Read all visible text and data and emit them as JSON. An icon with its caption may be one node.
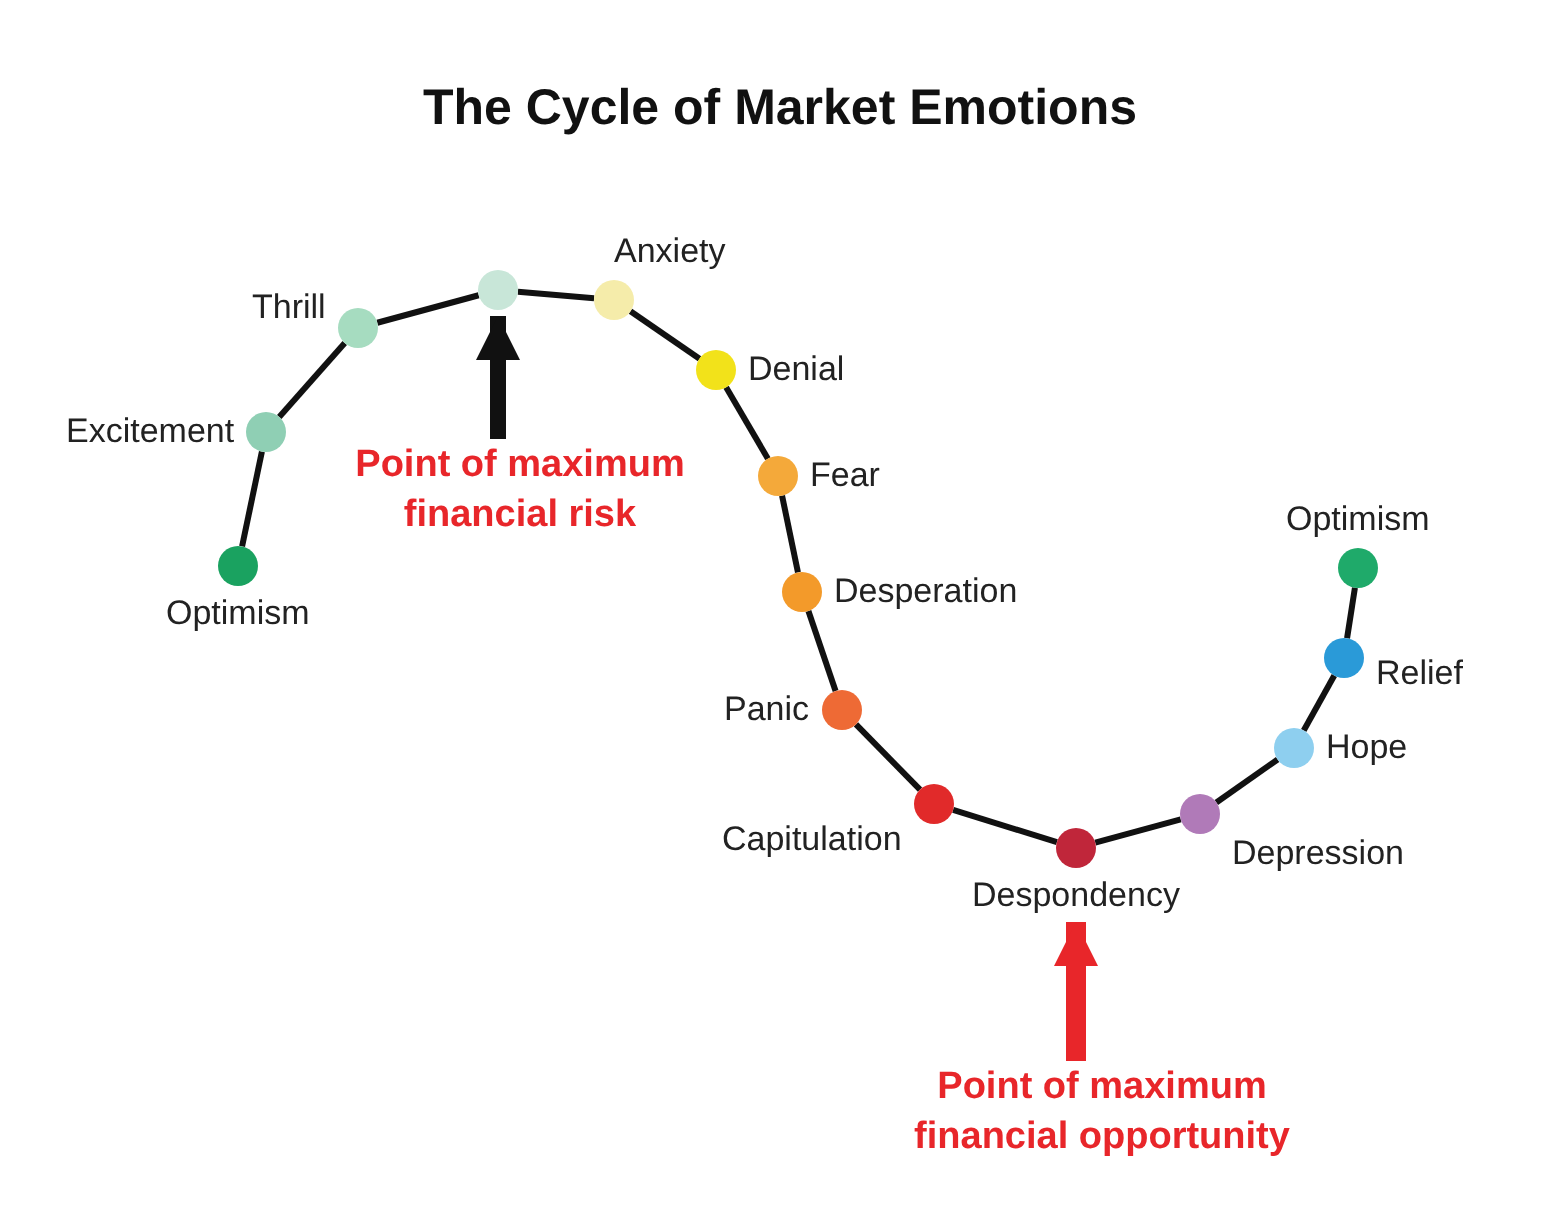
{
  "diagram": {
    "title": "The Cycle of Market Emotions",
    "nodes": [
      {
        "text": [
          "Optimism"
        ]
      },
      {
        "text": [
          "Excitement"
        ]
      },
      {
        "text": [
          "Thrill"
        ]
      },
      {
        "text": [],
        "shape": "circle"
      },
      {
        "text": [
          "Anxiety"
        ]
      },
      {
        "text": [
          "Denial"
        ]
      },
      {
        "text": [
          "Fear"
        ]
      },
      {
        "text": [
          "Desperation"
        ]
      },
      {
        "text": [
          "Panic"
        ]
      },
      {
        "text": [
          "Capitulation"
        ]
      },
      {
        "text": [
          "Despondency"
        ]
      },
      {
        "text": [
          "Depression"
        ]
      },
      {
        "text": [
          "Hope"
        ]
      },
      {
        "text": [
          "Relief"
        ]
      },
      {
        "text": [
          "Optimism"
        ]
      },
      {
        "text": [
          "Point of maximum financial risk"
        ]
      },
      {
        "text": [
          "Point of maximum financial opportunity"
        ]
      }
    ],
    "edges": [
      {
        "from": 0,
        "to": 1,
        "arrow": "none"
      },
      {
        "from": 1,
        "to": 2,
        "arrow": "none"
      },
      {
        "from": 2,
        "to": 3,
        "arrow": "none"
      },
      {
        "from": 3,
        "to": 4,
        "arrow": "none"
      },
      {
        "from": 4,
        "to": 5,
        "arrow": "none"
      },
      {
        "from": 5,
        "to": 6,
        "arrow": "none"
      },
      {
        "from": 6,
        "to": 7,
        "arrow": "none"
      },
      {
        "from": 7,
        "to": 8,
        "arrow": "none"
      },
      {
        "from": 8,
        "to": 9,
        "arrow": "none"
      },
      {
        "from": 9,
        "to": 10,
        "arrow": "none"
      },
      {
        "from": 10,
        "to": 11,
        "arrow": "none"
      },
      {
        "from": 11,
        "to": 12,
        "arrow": "none"
      },
      {
        "from": 12,
        "to": 13,
        "arrow": "none"
      },
      {
        "from": 13,
        "to": 14,
        "arrow": "none"
      },
      {
        "from": 15,
        "to": 3,
        "arrow": "to",
        "style": "thick"
      },
      {
        "from": 16,
        "to": 10,
        "arrow": "to",
        "style": "thick",
        "color": "#e8262a"
      }
    ]
  }
}
